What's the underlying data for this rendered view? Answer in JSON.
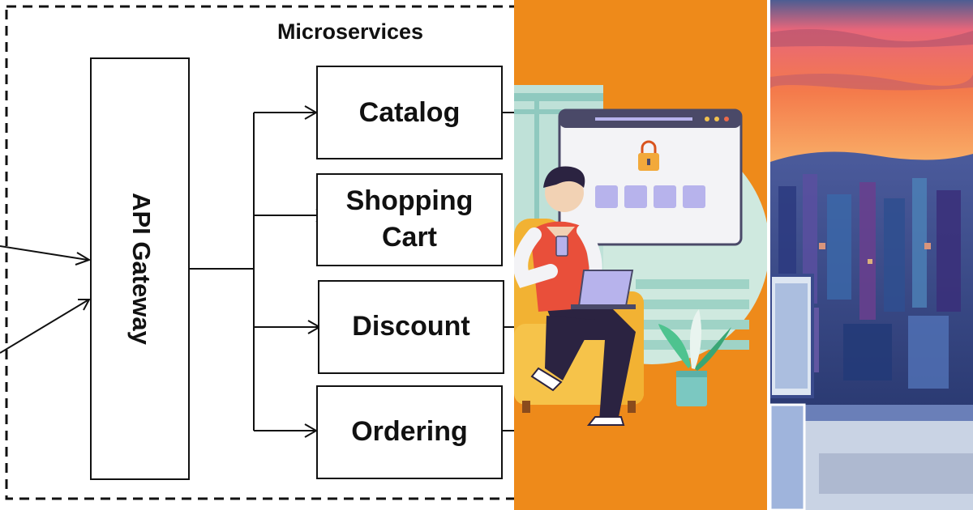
{
  "diagram": {
    "group_title": "Microservices",
    "gateway_label": "API Gateway",
    "services": [
      {
        "lines": [
          "Catalog"
        ]
      },
      {
        "lines": [
          "Shopping",
          "Cart"
        ]
      },
      {
        "lines": [
          "Discount"
        ]
      },
      {
        "lines": [
          "Ordering"
        ]
      }
    ]
  },
  "illustration": {
    "icons": [
      "lock-icon",
      "phone-icon",
      "laptop-icon",
      "plant-icon",
      "armchair-icon"
    ],
    "colors": {
      "background": "#ee8a1a",
      "window": "#f3f3f6",
      "accent": "#b7b3ec"
    }
  },
  "painting": {
    "colors": {
      "sky": "#f06a4a",
      "city": "#2d3f7c"
    }
  }
}
